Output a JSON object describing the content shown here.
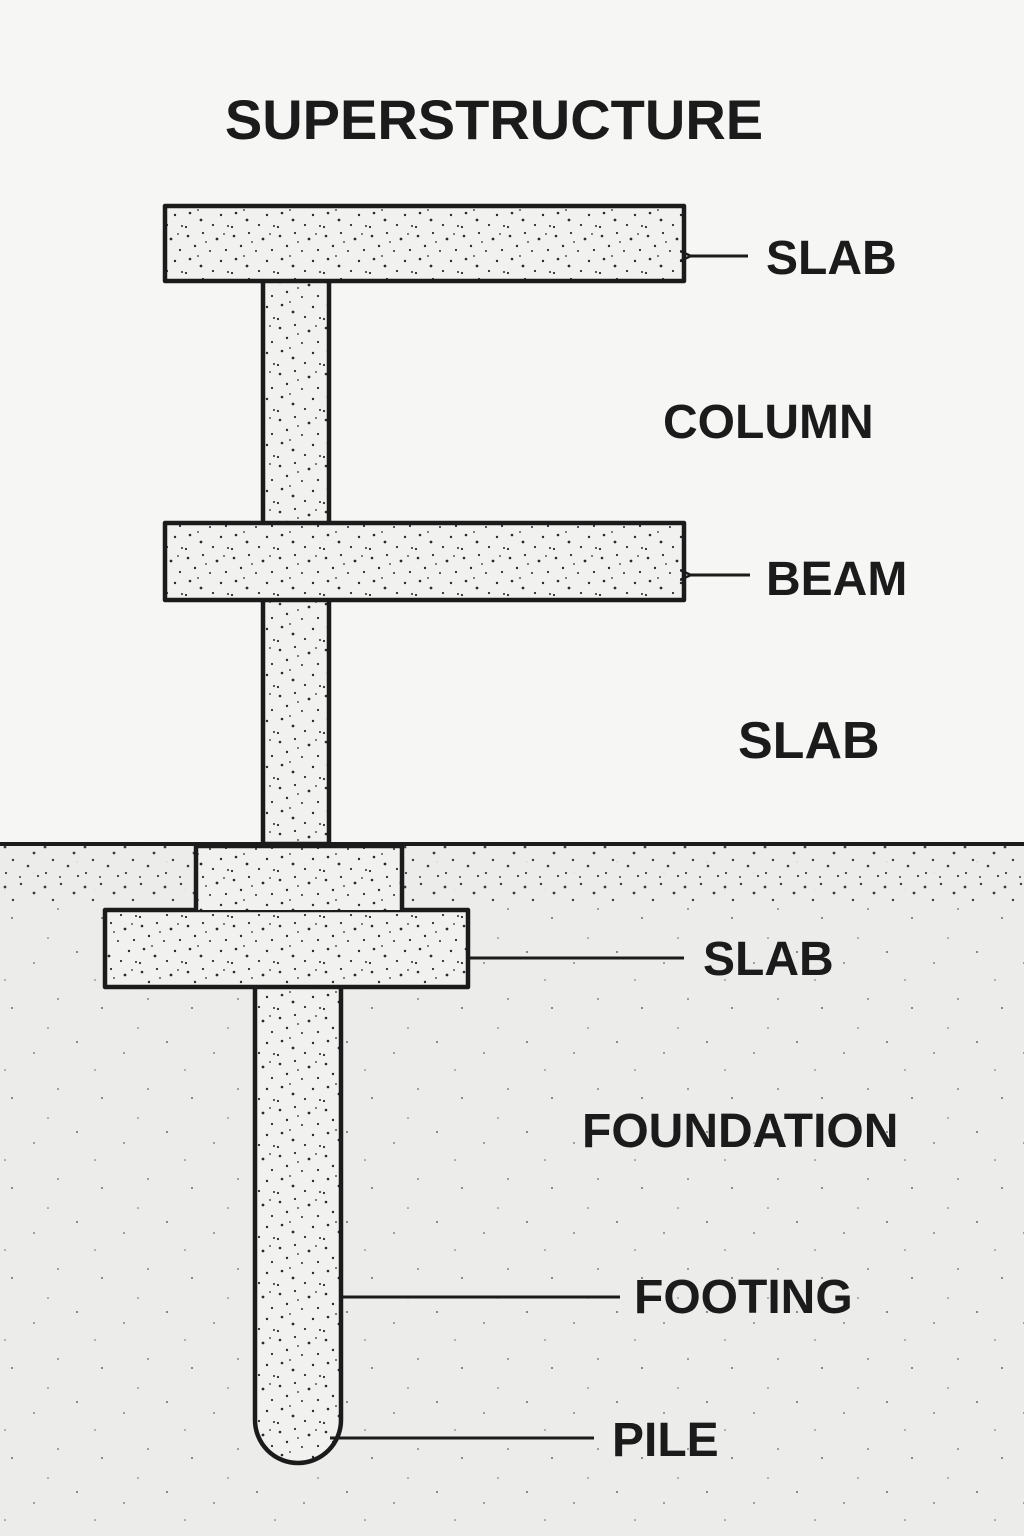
{
  "labels": {
    "superstructure": "SUPERSTRUCTURE",
    "slab_top": "SLAB",
    "column": "COLUMN",
    "beam": "BEAM",
    "slab_middle": "SLAB",
    "slab_footing": "SLAB",
    "foundation": "FOUNDATION",
    "footing": "FOOTING",
    "pile": "PILE"
  },
  "colors": {
    "ink": "#1b1b1b",
    "background": "#f6f6f4",
    "ground": "#ececea",
    "concrete": "#f1f1ef",
    "speckle": "#2a2a2a"
  }
}
